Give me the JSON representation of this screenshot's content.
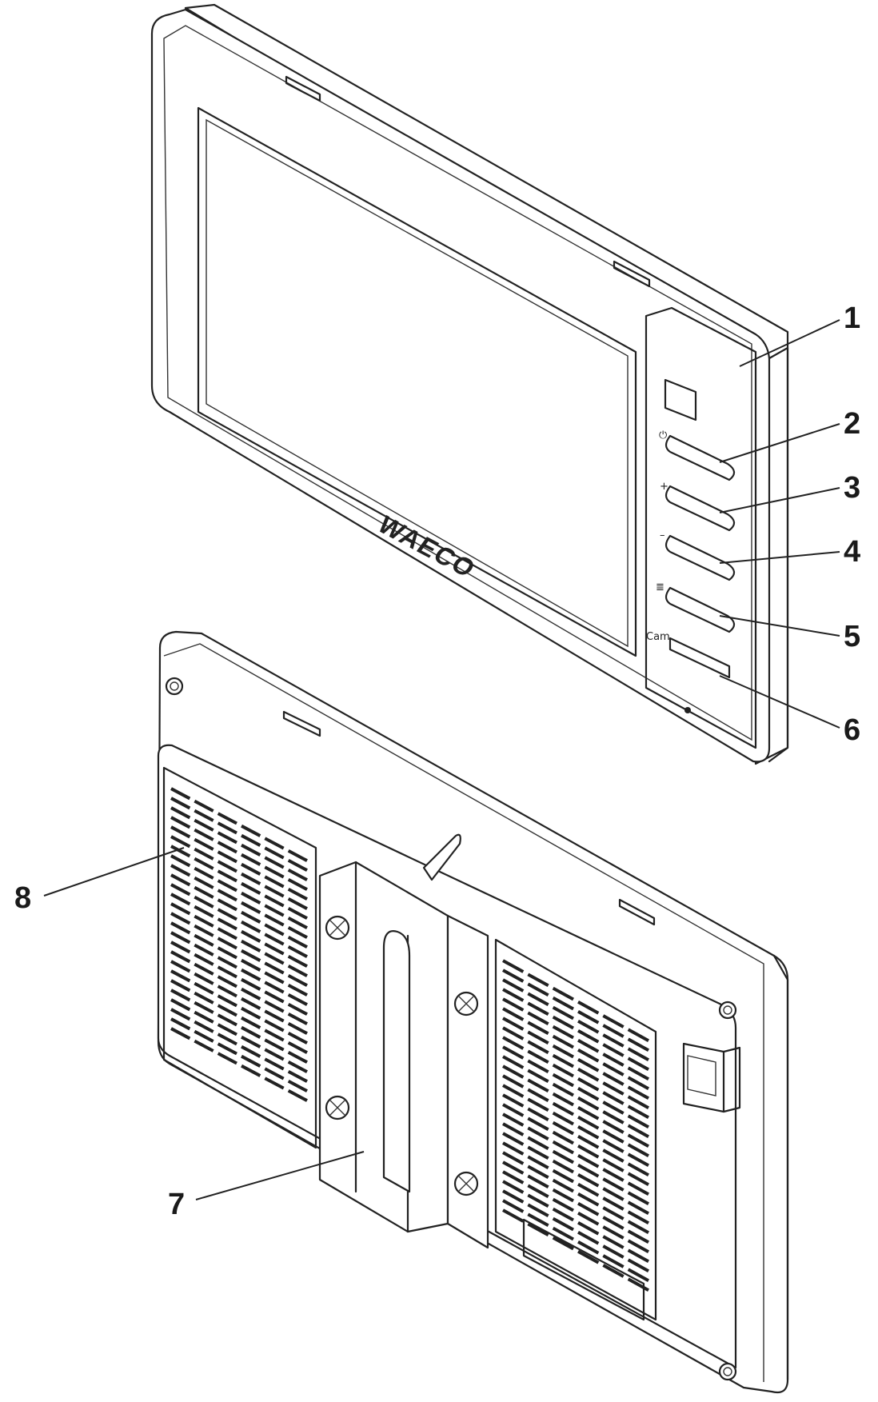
{
  "brand": {
    "logo_text": "WAECO"
  },
  "buttons": {
    "power_symbol": "⏻",
    "plus_symbol": "+",
    "minus_symbol": "–",
    "menu_symbol": "≣",
    "cam_label": "Cam"
  },
  "callouts": [
    {
      "label": "1",
      "part": "sensor-window"
    },
    {
      "label": "2",
      "part": "power-button"
    },
    {
      "label": "3",
      "part": "plus-button"
    },
    {
      "label": "4",
      "part": "minus-button"
    },
    {
      "label": "5",
      "part": "menu-button"
    },
    {
      "label": "6",
      "part": "camera-button"
    },
    {
      "label": "7",
      "part": "mounting-bracket"
    },
    {
      "label": "8",
      "part": "ventilation-grille"
    }
  ],
  "colors": {
    "line": "#222222",
    "background": "#ffffff"
  }
}
